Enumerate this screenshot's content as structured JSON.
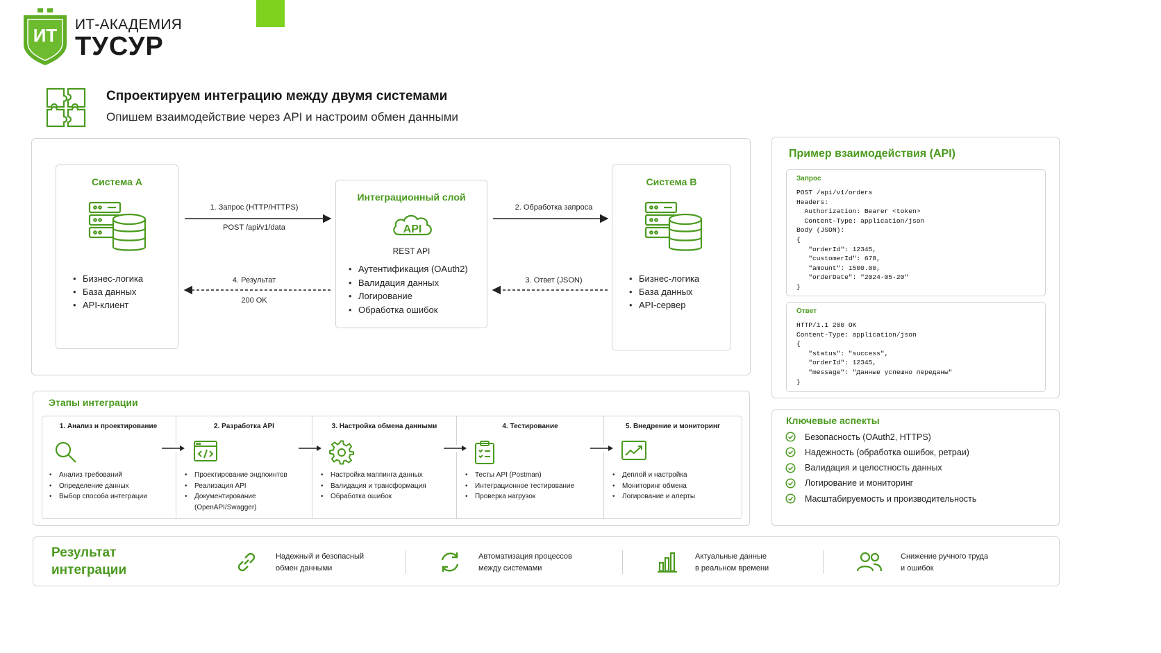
{
  "brand": {
    "line1": "ИТ-АКАДЕМИЯ",
    "line2": "ТУСУР",
    "badge": "ИТ",
    "accent": "#5fae25",
    "accent_bright": "#7ed321"
  },
  "header": {
    "title": "Спроектируем интеграцию между двумя системами",
    "subtitle": "Опишем взаимодействие через API и настроим обмен данными",
    "icon": "puzzle-icon"
  },
  "system_a": {
    "title": "Система А",
    "items": [
      "Бизнес-логика",
      "База данных",
      "API-клиент"
    ]
  },
  "integration": {
    "title": "Интеграционный слой",
    "api_label": "API",
    "subtitle": "REST API",
    "items": [
      "Аутентификация (OAuth2)",
      "Валидация данных",
      "Логирование",
      "Обработка ошибок"
    ]
  },
  "system_b": {
    "title": "Система B",
    "items": [
      "Бизнес-логика",
      "База данных",
      "API-сервер"
    ]
  },
  "arrows": {
    "a1_top": "1. Запрос (HTTP/HTTPS)",
    "a1_bottom": "POST /api/v1/data",
    "a2_top": "2. Обработка запроса",
    "a3_top": "3. Ответ (JSON)",
    "a4_top": "4. Результат",
    "a4_bottom": "200 OK"
  },
  "api_example": {
    "title": "Пример взаимодействия (API)",
    "request_label": "Запрос",
    "request_lines": [
      "POST /api/v1/orders",
      "Headers:",
      "  Authorization: Bearer <token>",
      "  Content-Type: application/json",
      "Body (JSON):",
      "{",
      "   \"orderId\": 12345,",
      "   \"customerId\": 678,",
      "   \"amount\": 1500.00,",
      "   \"orderDate\": \"2024-05-20\"",
      "}"
    ],
    "response_label": "Ответ",
    "response_lines": [
      "HTTP/1.1 200 OK",
      "Content-Type: application/json",
      "{",
      "   \"status\": \"success\",",
      "   \"orderId\": 12345,",
      "   \"message\": \"Данные успешно переданы\"",
      "}"
    ]
  },
  "stages": {
    "title": "Этапы интеграции",
    "items": [
      {
        "title": "1. Анализ и проектирование",
        "icon": "search-icon",
        "bullets": [
          "Анализ требований",
          "Определение данных",
          "Выбор способа интеграции"
        ]
      },
      {
        "title": "2. Разработка API",
        "icon": "code-window-icon",
        "bullets": [
          "Проектирование эндпоинтов",
          "Реализация API",
          "Документирование (OpenAPI/Swagger)"
        ]
      },
      {
        "title": "3. Настройка обмена данными",
        "icon": "gear-icon",
        "bullets": [
          "Настройка маппинга данных",
          "Валидация и трансформация",
          "Обработка ошибок"
        ]
      },
      {
        "title": "4. Тестирование",
        "icon": "checklist-icon",
        "bullets": [
          "Тесты API (Postman)",
          "Интеграционное тестирование",
          "Проверка нагрузок"
        ]
      },
      {
        "title": "5. Внедрение и мониторинг",
        "icon": "chart-monitor-icon",
        "bullets": [
          "Деплой и настройка",
          "Мониторинг обмена",
          "Логирование и алерты"
        ]
      }
    ]
  },
  "aspects": {
    "title": "Ключевые аспекты",
    "items": [
      "Безопасность (OAuth2, HTTPS)",
      "Надежность (обработка ошибок, ретраи)",
      "Валидация и целостность данных",
      "Логирование и мониторинг",
      "Масштабируемость и производительность"
    ]
  },
  "result": {
    "title_line1": "Результат",
    "title_line2": "интеграции",
    "items": [
      {
        "icon": "link-icon",
        "line1": "Надежный и безопасный",
        "line2": "обмен данными"
      },
      {
        "icon": "sync-icon",
        "line1": "Автоматизация процессов",
        "line2": "между системами"
      },
      {
        "icon": "bar-chart-icon",
        "line1": "Актуальные данные",
        "line2": "в реальном времени"
      },
      {
        "icon": "users-icon",
        "line1": "Снижение ручного труда",
        "line2": "и ошибок"
      }
    ]
  }
}
